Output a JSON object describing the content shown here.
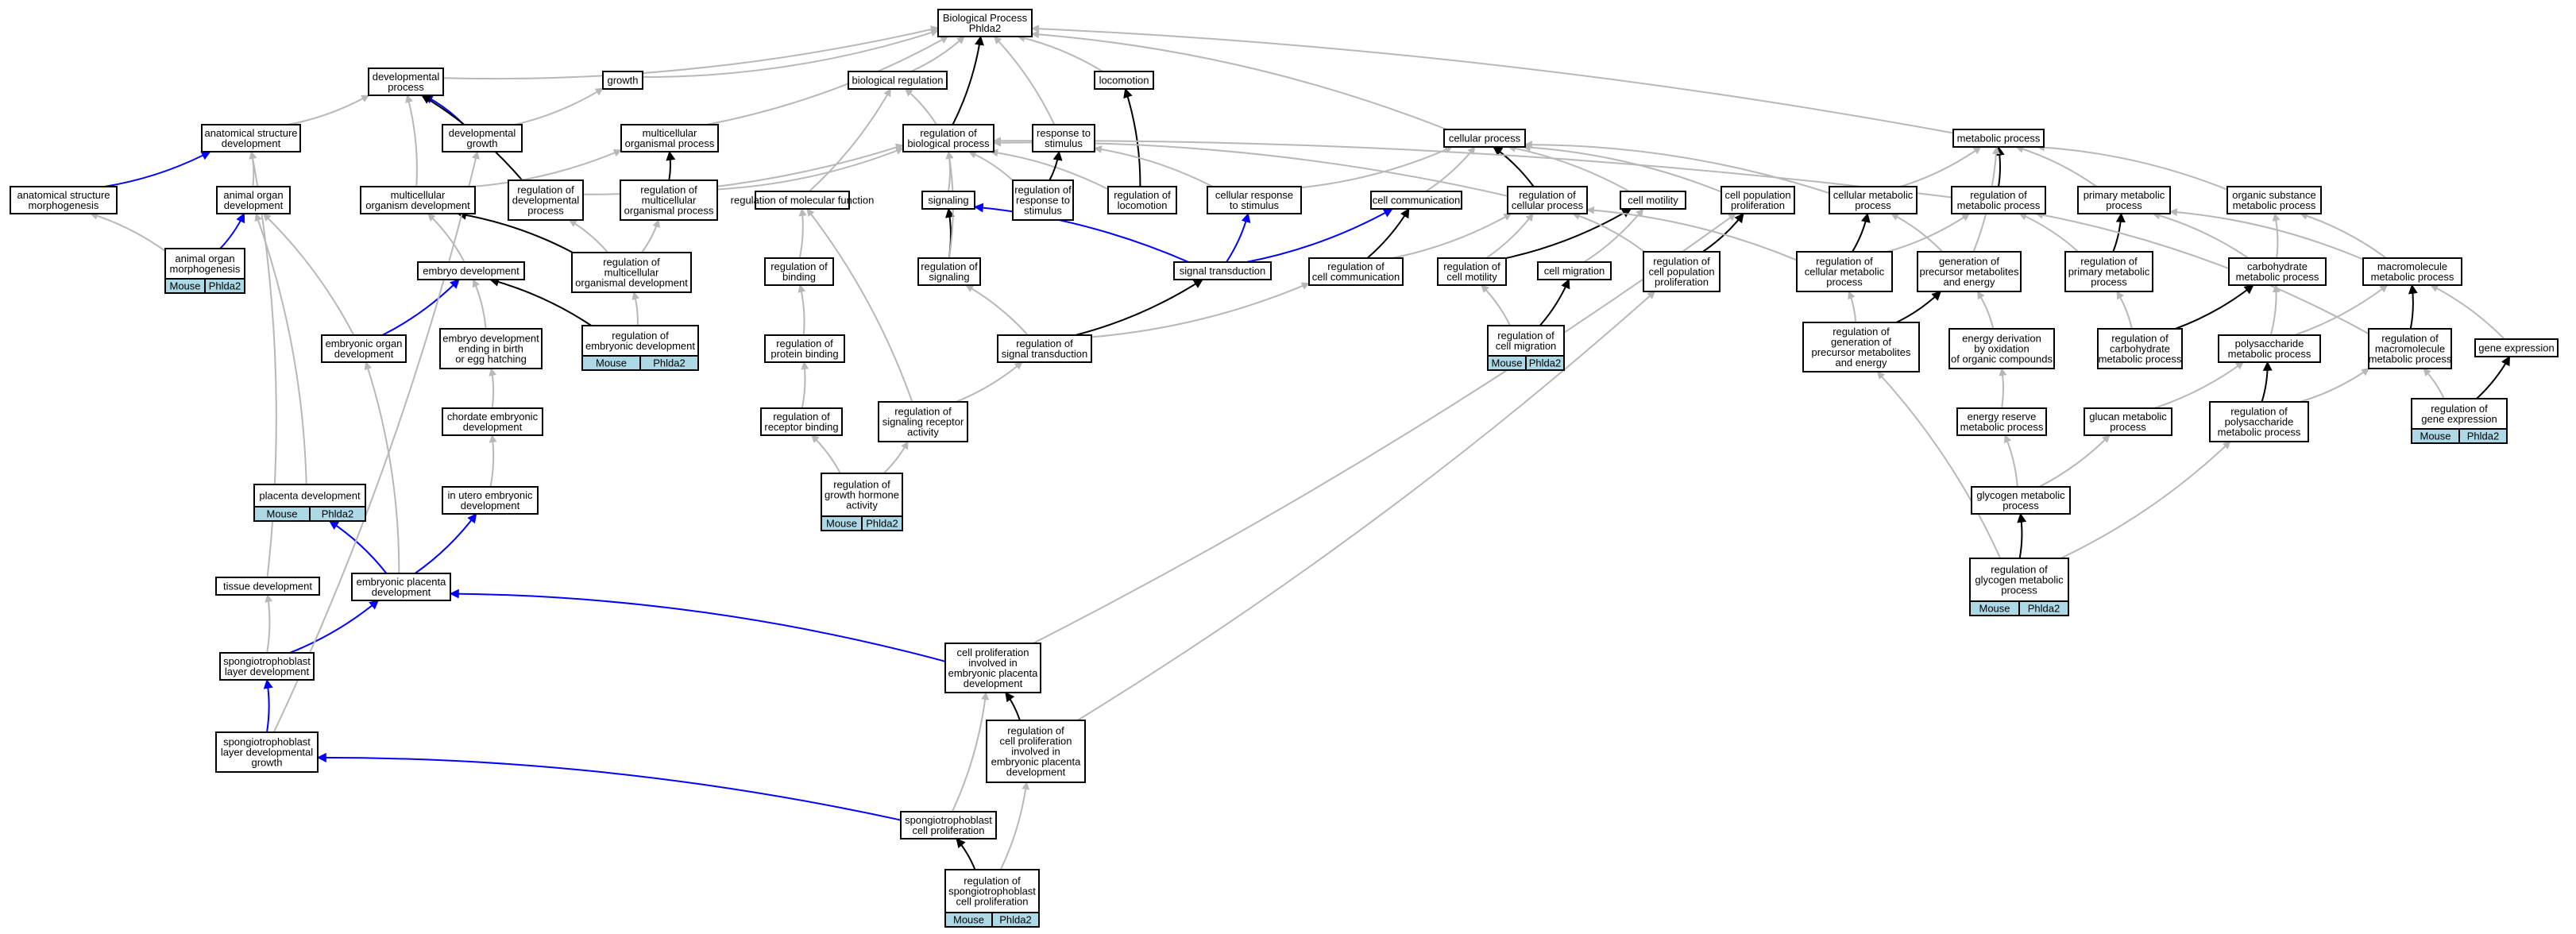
{
  "colors": {
    "gray": "#b8b8b8",
    "black": "#000000",
    "blue": "#0000ff",
    "tag": "#add8e6"
  },
  "nodes": [
    {
      "id": "bp",
      "lines": [
        "Biological Process",
        "Phlda2"
      ]
    },
    {
      "id": "dev",
      "lines": [
        "developmental",
        "process"
      ]
    },
    {
      "id": "growth",
      "lines": [
        "growth"
      ]
    },
    {
      "id": "breg",
      "lines": [
        "biological regulation"
      ]
    },
    {
      "id": "loc",
      "lines": [
        "locomotion"
      ]
    },
    {
      "id": "cellproc",
      "lines": [
        "cellular process"
      ]
    },
    {
      "id": "metab",
      "lines": [
        "metabolic process"
      ]
    },
    {
      "id": "asdev",
      "lines": [
        "anatomical structure",
        "development"
      ]
    },
    {
      "id": "devgrowth",
      "lines": [
        "developmental",
        "growth"
      ]
    },
    {
      "id": "multiorg",
      "lines": [
        "multicellular",
        "organismal process"
      ]
    },
    {
      "id": "regbp",
      "lines": [
        "regulation of",
        "biological process"
      ]
    },
    {
      "id": "resp",
      "lines": [
        "response to",
        "stimulus"
      ]
    },
    {
      "id": "asmorph",
      "lines": [
        "anatomical structure",
        "morphogenesis"
      ]
    },
    {
      "id": "aodev",
      "lines": [
        "animal organ",
        "development"
      ]
    },
    {
      "id": "mcorgdev",
      "lines": [
        "multicellular",
        "organism development"
      ]
    },
    {
      "id": "regdev",
      "lines": [
        "regulation of",
        "developmental",
        "process"
      ]
    },
    {
      "id": "regmulti",
      "lines": [
        "regulation of",
        "multicellular",
        "organismal process"
      ]
    },
    {
      "id": "regmf",
      "lines": [
        "regulation of molecular function"
      ]
    },
    {
      "id": "signaling",
      "lines": [
        "signaling"
      ]
    },
    {
      "id": "regresp",
      "lines": [
        "regulation of",
        "response to",
        "stimulus"
      ]
    },
    {
      "id": "regloc",
      "lines": [
        "regulation of",
        "locomotion"
      ]
    },
    {
      "id": "cresp",
      "lines": [
        "cellular response",
        "to stimulus"
      ]
    },
    {
      "id": "ccomm",
      "lines": [
        "cell communication"
      ]
    },
    {
      "id": "regcp",
      "lines": [
        "regulation of",
        "cellular process"
      ]
    },
    {
      "id": "cmot",
      "lines": [
        "cell motility"
      ]
    },
    {
      "id": "cpp",
      "lines": [
        "cell population",
        "proliferation"
      ]
    },
    {
      "id": "cmp",
      "lines": [
        "cellular metabolic",
        "process"
      ]
    },
    {
      "id": "regmp",
      "lines": [
        "regulation of",
        "metabolic process"
      ]
    },
    {
      "id": "pmp",
      "lines": [
        "primary metabolic",
        "process"
      ]
    },
    {
      "id": "osmp",
      "lines": [
        "organic substance",
        "metabolic process"
      ]
    },
    {
      "id": "aomorph",
      "lines": [
        "animal organ",
        "morphogenesis"
      ],
      "tag": true
    },
    {
      "id": "embdev",
      "lines": [
        "embryo development"
      ]
    },
    {
      "id": "regmcod",
      "lines": [
        "regulation of",
        "multicellular",
        "organismal development"
      ]
    },
    {
      "id": "regbind",
      "lines": [
        "regulation of",
        "binding"
      ]
    },
    {
      "id": "regsig",
      "lines": [
        "regulation of",
        "signaling"
      ]
    },
    {
      "id": "sigtrans",
      "lines": [
        "signal transduction"
      ]
    },
    {
      "id": "regccomm",
      "lines": [
        "regulation of",
        "cell communication"
      ]
    },
    {
      "id": "regcmot",
      "lines": [
        "regulation of",
        "cell motility"
      ]
    },
    {
      "id": "cmig",
      "lines": [
        "cell migration"
      ]
    },
    {
      "id": "regcpp",
      "lines": [
        "regulation of",
        "cell population",
        "proliferation"
      ]
    },
    {
      "id": "regcmp",
      "lines": [
        "regulation of",
        "cellular metabolic",
        "process"
      ]
    },
    {
      "id": "genpme",
      "lines": [
        "generation of",
        "precursor metabolites",
        "and energy"
      ]
    },
    {
      "id": "regpmp",
      "lines": [
        "regulation of",
        "primary metabolic",
        "process"
      ]
    },
    {
      "id": "chmp",
      "lines": [
        "carbohydrate",
        "metabolic process"
      ]
    },
    {
      "id": "mmp",
      "lines": [
        "macromolecule",
        "metabolic process"
      ]
    },
    {
      "id": "eorgdev",
      "lines": [
        "embryonic organ",
        "development"
      ]
    },
    {
      "id": "edevbirth",
      "lines": [
        "embryo development",
        "ending in birth",
        "or egg hatching"
      ]
    },
    {
      "id": "regembdev",
      "lines": [
        "regulation of",
        "embryonic development"
      ],
      "tag": true
    },
    {
      "id": "regprotbind",
      "lines": [
        "regulation of",
        "protein binding"
      ]
    },
    {
      "id": "regst",
      "lines": [
        "regulation of",
        "signal transduction"
      ]
    },
    {
      "id": "regcmig",
      "lines": [
        "regulation of",
        "cell migration"
      ],
      "tag": true
    },
    {
      "id": "reggpme",
      "lines": [
        "regulation of",
        "generation of",
        "precursor metabolites",
        "and energy"
      ]
    },
    {
      "id": "edox",
      "lines": [
        "energy derivation",
        "by oxidation",
        "of organic compounds"
      ]
    },
    {
      "id": "regchmp",
      "lines": [
        "regulation of",
        "carbohydrate",
        "metabolic process"
      ]
    },
    {
      "id": "psmp",
      "lines": [
        "polysaccharide",
        "metabolic process"
      ]
    },
    {
      "id": "regmmp",
      "lines": [
        "regulation of",
        "macromolecule",
        "metabolic process"
      ]
    },
    {
      "id": "gexp",
      "lines": [
        "gene expression"
      ]
    },
    {
      "id": "chordev",
      "lines": [
        "chordate embryonic",
        "development"
      ]
    },
    {
      "id": "regrecbind",
      "lines": [
        "regulation of",
        "receptor binding"
      ]
    },
    {
      "id": "regsra",
      "lines": [
        "regulation of",
        "signaling receptor",
        "activity"
      ]
    },
    {
      "id": "eres",
      "lines": [
        "energy reserve",
        "metabolic process"
      ]
    },
    {
      "id": "gmp",
      "lines": [
        "glucan metabolic",
        "process"
      ]
    },
    {
      "id": "regpsmp",
      "lines": [
        "regulation of",
        "polysaccharide",
        "metabolic process"
      ]
    },
    {
      "id": "reggexp",
      "lines": [
        "regulation of",
        "gene expression"
      ],
      "tag": true
    },
    {
      "id": "regghact",
      "lines": [
        "regulation of",
        "growth hormone",
        "activity"
      ],
      "tag": true
    },
    {
      "id": "inutero",
      "lines": [
        "in utero embryonic",
        "development"
      ]
    },
    {
      "id": "placdev",
      "lines": [
        "placenta development"
      ],
      "tag": true
    },
    {
      "id": "glymp",
      "lines": [
        "glycogen metabolic",
        "process"
      ]
    },
    {
      "id": "tissdev",
      "lines": [
        "tissue development"
      ]
    },
    {
      "id": "epldev",
      "lines": [
        "embryonic placenta",
        "development"
      ]
    },
    {
      "id": "regglymp",
      "lines": [
        "regulation of",
        "glycogen metabolic",
        "process"
      ],
      "tag": true
    },
    {
      "id": "stldev",
      "lines": [
        "spongiotrophoblast",
        "layer development"
      ]
    },
    {
      "id": "cpepd",
      "lines": [
        "cell proliferation",
        "involved in",
        "embryonic placenta",
        "development"
      ]
    },
    {
      "id": "stldg",
      "lines": [
        "spongiotrophoblast",
        "layer developmental",
        "growth"
      ]
    },
    {
      "id": "regcpepd",
      "lines": [
        "regulation of",
        "cell proliferation",
        "involved in",
        "embryonic placenta",
        "development"
      ]
    },
    {
      "id": "stcp",
      "lines": [
        "spongiotrophoblast",
        "cell proliferation"
      ]
    },
    {
      "id": "regstcp",
      "lines": [
        "regulation of",
        "spongiotrophoblast",
        "cell proliferation"
      ],
      "tag": true
    }
  ],
  "tag_labels": {
    "species": "Mouse",
    "gene": "Phlda2"
  },
  "edges": [
    [
      "dev",
      "bp",
      "g"
    ],
    [
      "growth",
      "bp",
      "g"
    ],
    [
      "breg",
      "bp",
      "g"
    ],
    [
      "loc",
      "bp",
      "g"
    ],
    [
      "cellproc",
      "bp",
      "g"
    ],
    [
      "metab",
      "bp",
      "g"
    ],
    [
      "regbp",
      "bp",
      "k"
    ],
    [
      "resp",
      "bp",
      "g"
    ],
    [
      "multiorg",
      "bp",
      "g"
    ],
    [
      "asdev",
      "dev",
      "g"
    ],
    [
      "devgrowth",
      "dev",
      "b"
    ],
    [
      "devgrowth",
      "growth",
      "g"
    ],
    [
      "regdev",
      "dev",
      "k"
    ],
    [
      "mcorgdev",
      "dev",
      "g"
    ],
    [
      "regbp",
      "breg",
      "g"
    ],
    [
      "regloc",
      "loc",
      "k"
    ],
    [
      "regloc",
      "regbp",
      "g"
    ],
    [
      "asmorph",
      "asdev",
      "b"
    ],
    [
      "aodev",
      "asdev",
      "g"
    ],
    [
      "mcorgdev",
      "multiorg",
      "g"
    ],
    [
      "regmulti",
      "multiorg",
      "k"
    ],
    [
      "regdev",
      "regbp",
      "g"
    ],
    [
      "regmulti",
      "regbp",
      "g"
    ],
    [
      "regmf",
      "breg",
      "g"
    ],
    [
      "signaling",
      "regbp",
      "g"
    ],
    [
      "regresp",
      "resp",
      "k"
    ],
    [
      "regresp",
      "regbp",
      "g"
    ],
    [
      "cresp",
      "resp",
      "g"
    ],
    [
      "cresp",
      "cellproc",
      "g"
    ],
    [
      "ccomm",
      "cellproc",
      "g"
    ],
    [
      "regcp",
      "cellproc",
      "k"
    ],
    [
      "regcp",
      "regbp",
      "g"
    ],
    [
      "cmot",
      "cellproc",
      "g"
    ],
    [
      "cpp",
      "cellproc",
      "g"
    ],
    [
      "cmp",
      "cellproc",
      "g"
    ],
    [
      "cmp",
      "metab",
      "g"
    ],
    [
      "regmp",
      "metab",
      "k"
    ],
    [
      "regmp",
      "regbp",
      "g"
    ],
    [
      "pmp",
      "metab",
      "g"
    ],
    [
      "osmp",
      "metab",
      "g"
    ],
    [
      "aomorph",
      "aodev",
      "b"
    ],
    [
      "aomorph",
      "asmorph",
      "g"
    ],
    [
      "embdev",
      "mcorgdev",
      "g"
    ],
    [
      "regmcod",
      "regdev",
      "g"
    ],
    [
      "regmcod",
      "regmulti",
      "g"
    ],
    [
      "regmcod",
      "mcorgdev",
      "k"
    ],
    [
      "regbind",
      "regmf",
      "g"
    ],
    [
      "regsig",
      "signaling",
      "k"
    ],
    [
      "regsig",
      "regbp",
      "g"
    ],
    [
      "sigtrans",
      "signaling",
      "b"
    ],
    [
      "sigtrans",
      "cresp",
      "b"
    ],
    [
      "sigtrans",
      "ccomm",
      "b"
    ],
    [
      "regccomm",
      "ccomm",
      "k"
    ],
    [
      "regccomm",
      "regcp",
      "g"
    ],
    [
      "regcmot",
      "cmot",
      "k"
    ],
    [
      "regcmot",
      "regcp",
      "g"
    ],
    [
      "cmig",
      "cmot",
      "g"
    ],
    [
      "regcpp",
      "cpp",
      "k"
    ],
    [
      "regcpp",
      "regcp",
      "g"
    ],
    [
      "regcmp",
      "cmp",
      "k"
    ],
    [
      "regcmp",
      "regmp",
      "g"
    ],
    [
      "regcmp",
      "regcp",
      "g"
    ],
    [
      "genpme",
      "cmp",
      "g"
    ],
    [
      "genpme",
      "metab",
      "g"
    ],
    [
      "regpmp",
      "pmp",
      "k"
    ],
    [
      "regpmp",
      "regmp",
      "g"
    ],
    [
      "chmp",
      "pmp",
      "g"
    ],
    [
      "chmp",
      "osmp",
      "g"
    ],
    [
      "mmp",
      "pmp",
      "g"
    ],
    [
      "mmp",
      "osmp",
      "g"
    ],
    [
      "eorgdev",
      "embdev",
      "b"
    ],
    [
      "eorgdev",
      "aodev",
      "g"
    ],
    [
      "edevbirth",
      "embdev",
      "g"
    ],
    [
      "regembdev",
      "embdev",
      "k"
    ],
    [
      "regembdev",
      "regmcod",
      "g"
    ],
    [
      "regprotbind",
      "regbind",
      "g"
    ],
    [
      "regst",
      "sigtrans",
      "k"
    ],
    [
      "regst",
      "regsig",
      "g"
    ],
    [
      "regst",
      "regccomm",
      "g"
    ],
    [
      "regcmig",
      "cmig",
      "k"
    ],
    [
      "regcmig",
      "regcmot",
      "g"
    ],
    [
      "reggpme",
      "genpme",
      "k"
    ],
    [
      "reggpme",
      "regcmp",
      "g"
    ],
    [
      "edox",
      "genpme",
      "g"
    ],
    [
      "regchmp",
      "chmp",
      "k"
    ],
    [
      "regchmp",
      "regpmp",
      "g"
    ],
    [
      "psmp",
      "chmp",
      "g"
    ],
    [
      "psmp",
      "mmp",
      "g"
    ],
    [
      "regmmp",
      "mmp",
      "k"
    ],
    [
      "regmmp",
      "regmp",
      "g"
    ],
    [
      "gexp",
      "mmp",
      "g"
    ],
    [
      "chordev",
      "edevbirth",
      "g"
    ],
    [
      "regrecbind",
      "regprotbind",
      "g"
    ],
    [
      "regsra",
      "regmf",
      "g"
    ],
    [
      "regsra",
      "regst",
      "g"
    ],
    [
      "eres",
      "edox",
      "g"
    ],
    [
      "gmp",
      "psmp",
      "g"
    ],
    [
      "regpsmp",
      "psmp",
      "k"
    ],
    [
      "regpsmp",
      "regmmp",
      "g"
    ],
    [
      "reggexp",
      "gexp",
      "k"
    ],
    [
      "reggexp",
      "regmmp",
      "g"
    ],
    [
      "regghact",
      "regrecbind",
      "g"
    ],
    [
      "regghact",
      "regsra",
      "g"
    ],
    [
      "inutero",
      "chordev",
      "g"
    ],
    [
      "placdev",
      "aodev",
      "g"
    ],
    [
      "glymp",
      "eres",
      "g"
    ],
    [
      "glymp",
      "gmp",
      "g"
    ],
    [
      "tissdev",
      "asdev",
      "g"
    ],
    [
      "epldev",
      "placdev",
      "b"
    ],
    [
      "epldev",
      "inutero",
      "b"
    ],
    [
      "epldev",
      "eorgdev",
      "g"
    ],
    [
      "regglymp",
      "glymp",
      "k"
    ],
    [
      "regglymp",
      "regpsmp",
      "g"
    ],
    [
      "regglymp",
      "reggpme",
      "g"
    ],
    [
      "stldev",
      "epldev",
      "b"
    ],
    [
      "stldev",
      "tissdev",
      "g"
    ],
    [
      "cpepd",
      "epldev",
      "b"
    ],
    [
      "cpepd",
      "cpp",
      "g"
    ],
    [
      "stldg",
      "stldev",
      "b"
    ],
    [
      "stldg",
      "devgrowth",
      "g"
    ],
    [
      "regcpepd",
      "cpepd",
      "k"
    ],
    [
      "regcpepd",
      "regcpp",
      "g"
    ],
    [
      "stcp",
      "stldg",
      "b"
    ],
    [
      "stcp",
      "cpepd",
      "g"
    ],
    [
      "regstcp",
      "stcp",
      "k"
    ],
    [
      "regstcp",
      "regcpepd",
      "g"
    ]
  ]
}
